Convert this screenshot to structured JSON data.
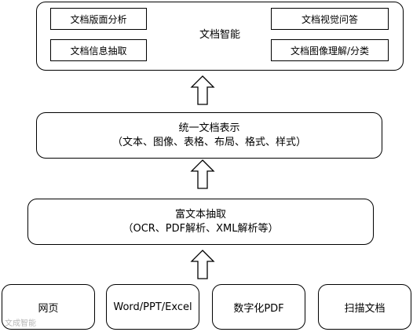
{
  "top": {
    "title": "文档智能",
    "left_tags": [
      "文档版面分析",
      "文档信息抽取"
    ],
    "right_tags": [
      "文档视觉问答",
      "文档图像理解/分类"
    ]
  },
  "representation": {
    "line1": "统一文档表示",
    "line2": "（文本、图像、表格、布局、格式、样式）"
  },
  "extraction": {
    "line1": "富文本抽取",
    "line2": "（OCR、PDF解析、XML解析等）"
  },
  "sources": [
    "网页",
    "Word/PPT/Excel",
    "数字化PDF",
    "扫描文档"
  ],
  "watermark": "文成智能"
}
